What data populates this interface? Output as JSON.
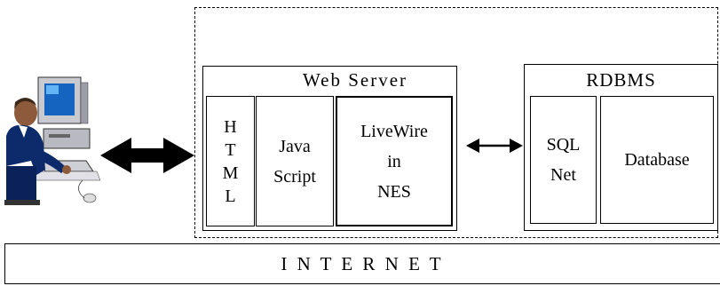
{
  "web_server": {
    "title": "Web Server",
    "html_letters": [
      "H",
      "T",
      "M",
      "L"
    ],
    "javascript_lines": [
      "Java",
      "Script"
    ],
    "livewire_lines": [
      "LiveWire",
      "in",
      "NES"
    ]
  },
  "rdbms": {
    "title": "RDBMS",
    "sqlnet_lines": [
      "SQL",
      "Net"
    ],
    "database_label": "Database"
  },
  "internet": {
    "label": "I N T E R N E T"
  },
  "icons": {
    "user": "user-at-computer-icon",
    "arrow_client_server": "double-arrow-icon",
    "arrow_server_db": "double-arrow-icon"
  }
}
